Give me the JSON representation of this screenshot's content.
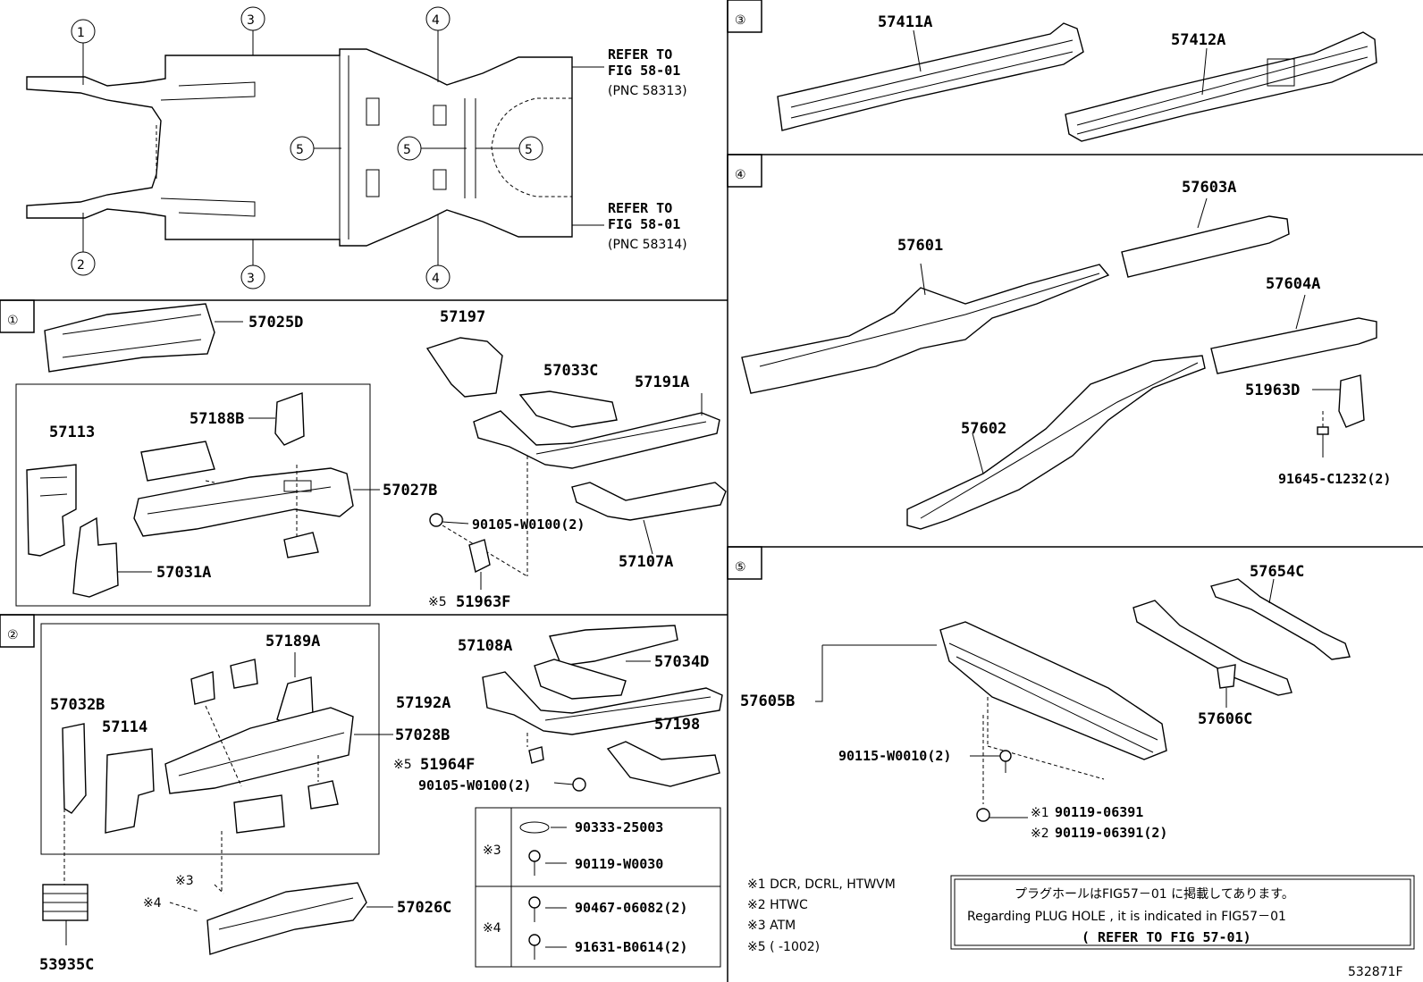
{
  "diagram_id": "532871F",
  "circled": [
    "①",
    "②",
    "③",
    "④",
    "⑤"
  ],
  "overview": {
    "refer1": {
      "l1": "REFER TO",
      "l2": "FIG 58-01",
      "l3": "(PNC 58313)"
    },
    "refer2": {
      "l1": "REFER TO",
      "l2": "FIG 58-01",
      "l3": "(PNC 58314)"
    }
  },
  "sec1": {
    "p57025D": "57025D",
    "p57113": "57113",
    "p57188B": "57188B",
    "p57027B": "57027B",
    "p57031A": "57031A",
    "p57197": "57197",
    "p57033C": "57033C",
    "p57191A": "57191A",
    "p90105": "90105-W0100(2)",
    "p57107A": "57107A",
    "p51963F": "51963F",
    "m5": "※5"
  },
  "sec2": {
    "p57189A": "57189A",
    "p57032B": "57032B",
    "p57114": "57114",
    "p57028B": "57028B",
    "p57108A": "57108A",
    "p57034D": "57034D",
    "p57192A": "57192A",
    "p57198": "57198",
    "p51964F": "51964F",
    "m5": "※5",
    "p90105": "90105-W0100(2)",
    "m3": "※3",
    "m4": "※4",
    "p57026C": "57026C",
    "p53935C": "53935C"
  },
  "fasteners": {
    "g3": "※3",
    "g4": "※4",
    "f1": "90333-25003",
    "f2": "90119-W0030",
    "f3": "90467-06082(2)",
    "f4": "91631-B0614(2)"
  },
  "sec3": {
    "p57411A": "57411A",
    "p57412A": "57412A"
  },
  "sec4": {
    "p57603A": "57603A",
    "p57601": "57601",
    "p57604A": "57604A",
    "p51963D": "51963D",
    "p57602": "57602",
    "p91645": "91645-C1232(2)"
  },
  "sec5": {
    "p57654C": "57654C",
    "p57605B": "57605B",
    "p57606C": "57606C",
    "p90115": "90115-W0010(2)",
    "n1m": "※1",
    "n1": "90119-06391",
    "n2m": "※2",
    "n2": "90119-06391(2)"
  },
  "legend": {
    "l1": "※1 DCR, DCRL, HTWVM",
    "l2": "※2 HTWC",
    "l3": "※3 ATM",
    "l4": "※5 (       -1002)"
  },
  "notice": {
    "jp": "プラグホールはFIG57－01 に掲載してあります。",
    "en": "Regarding  PLUG HOLE , it is indicated in FIG57－01",
    "ref": "(   REFER TO FIG 57-01)"
  }
}
